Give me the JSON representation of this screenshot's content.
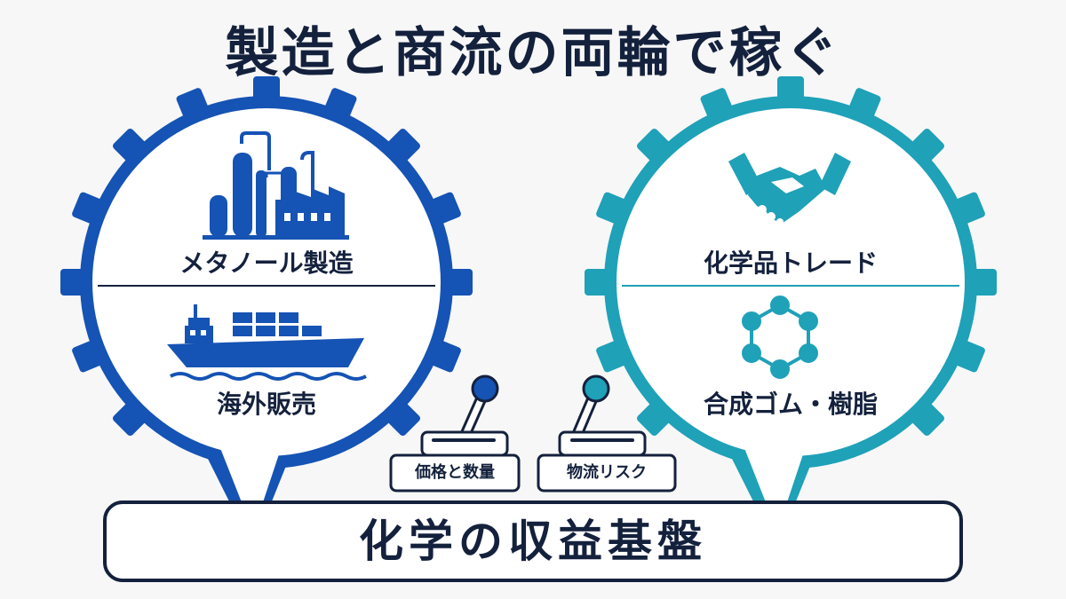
{
  "title": "製造と商流の両輪で稼ぐ",
  "colors": {
    "left_gear": "#1553b4",
    "right_gear": "#1fa1b8",
    "text": "#14213d",
    "background": "#f7f7f7"
  },
  "left_gear": {
    "top_icon": "factory-icon",
    "top_label": "メタノール製造",
    "bottom_icon": "cargo-ship-icon",
    "bottom_label": "海外販売"
  },
  "right_gear": {
    "top_icon": "handshake-icon",
    "top_label": "化学品トレード",
    "bottom_icon": "molecule-icon",
    "bottom_label": "合成ゴム・樹脂"
  },
  "levers": [
    {
      "icon": "lever-icon",
      "label": "価格と数量"
    },
    {
      "icon": "lever-icon",
      "label": "物流リスク"
    }
  ],
  "base": {
    "label": "化学の収益基盤"
  }
}
